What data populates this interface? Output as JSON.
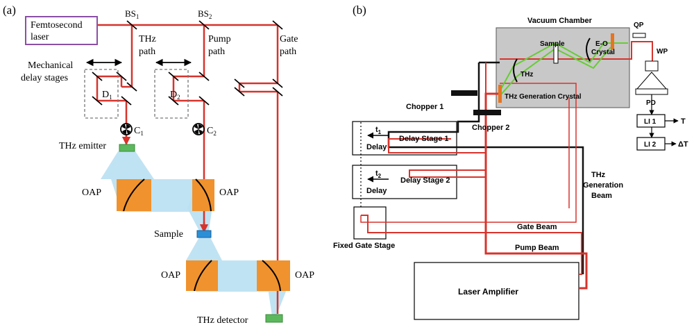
{
  "panel_a": {
    "label": "(a)",
    "laser": "Femtosecond laser",
    "laser_line1": "Femtosecond",
    "laser_line2": "laser",
    "bs1": "BS",
    "bs1_sub": "1",
    "bs2": "BS",
    "bs2_sub": "2",
    "thz_path_1": "THz",
    "thz_path_2": "path",
    "pump_path_1": "Pump",
    "pump_path_2": "path",
    "gate_path_1": "Gate",
    "gate_path_2": "path",
    "mech_1": "Mechanical",
    "mech_2": "delay stages",
    "d1": "D",
    "d1_sub": "1",
    "d2": "D",
    "d2_sub": "2",
    "c1": "C",
    "c1_sub": "1",
    "c2": "C",
    "c2_sub": "2",
    "thz_emitter": "THz emitter",
    "oap": "OAP",
    "sample": "Sample",
    "thz_detector": "THz detector"
  },
  "panel_b": {
    "label": "(b)",
    "vacuum_chamber": "Vacuum Chamber",
    "sample": "Sample",
    "eo_1": "E-O",
    "eo_2": "Crystal",
    "qp": "QP",
    "wp": "WP",
    "pd": "PD",
    "li1": "LI 1",
    "li2": "LI 2",
    "out_t": "T",
    "out_dt": "ΔT",
    "thz": "THz",
    "thz_gen_crystal": "THz Generation Crystal",
    "chopper1": "Chopper 1",
    "chopper2": "Chopper 2",
    "t1": "t",
    "t1_sub": "1",
    "t2": "t",
    "t2_sub": "2",
    "delay": "Delay",
    "delay_stage1": "Delay Stage 1",
    "delay_stage2": "Delay Stage 2",
    "thz_beam_1": "THz",
    "thz_beam_2": "Generation",
    "thz_beam_3": "Beam",
    "gate_beam": "Gate Beam",
    "pump_beam": "Pump Beam",
    "fixed_gate": "Fixed Gate Stage",
    "laser_amp": "Laser Amplifier"
  },
  "colors": {
    "beam_red": "#d7332c",
    "thz_light_blue": "#b9e0f2",
    "oap_orange": "#f0922d",
    "emitter_green": "#5cb85c",
    "sample_blue": "#2b8fd6",
    "laser_box_purple": "#8b4fa6",
    "chamber_gray": "#c8c8c8",
    "thz_green": "#66cc33",
    "crystal_orange": "#e8741e"
  }
}
